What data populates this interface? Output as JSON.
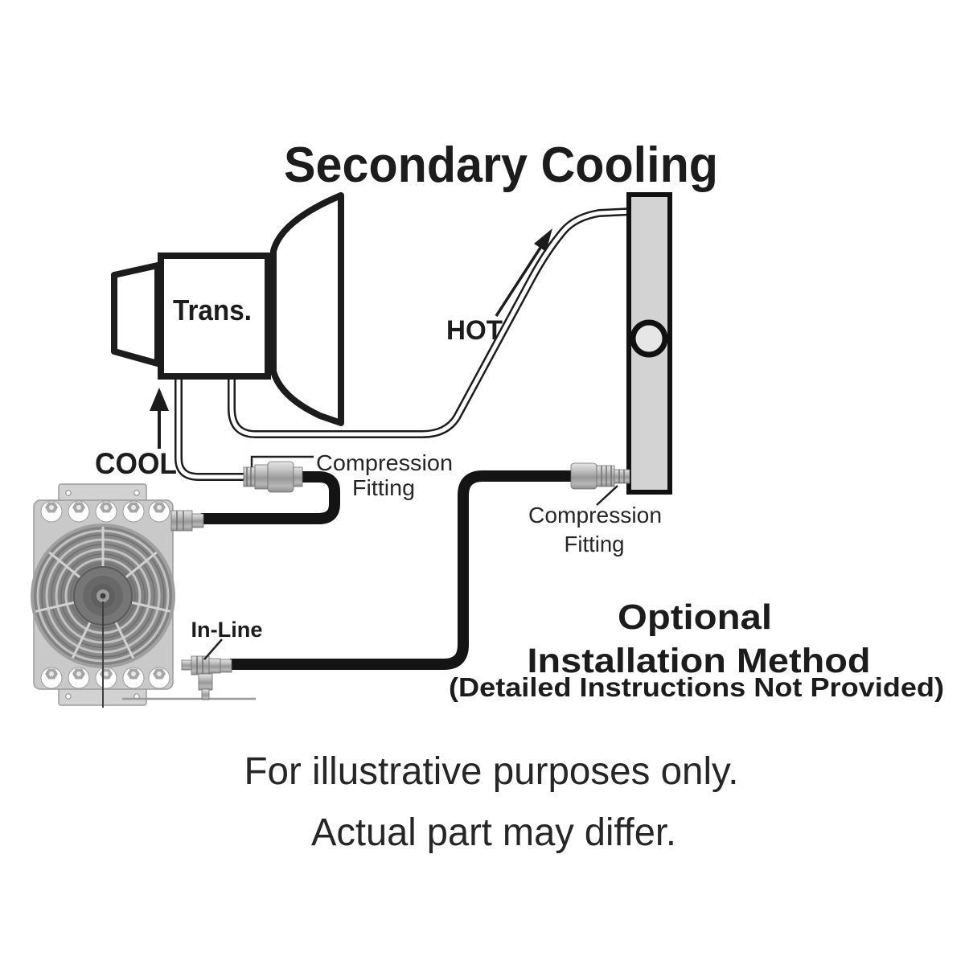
{
  "title": "Secondary Cooling",
  "labels": {
    "trans": "Trans.",
    "hot": "HOT",
    "cool": "COOL",
    "compression_left_line1": "Compression",
    "compression_left_line2": "Fitting",
    "compression_right_line1": "Compression",
    "compression_right_line2": "Fitting",
    "inline": "In-Line"
  },
  "notes": {
    "optional_line1": "Optional",
    "optional_line2": "Installation Method",
    "optional_line3": "(Detailed Instructions Not Provided)",
    "footer_line1": "For illustrative purposes only.",
    "footer_line2": "Actual part may differ."
  },
  "colors": {
    "ink": "#1c1c1c",
    "hose": "#141414",
    "tube_core": "#ffffff",
    "radiator_fill": "#d3d3d3",
    "radiator_hole_fill": "#e6e6e6",
    "metal_gray": "#b9b9b9",
    "cooler_plate": "#c9c9c9",
    "fan_base": "#828282",
    "leader": "#222222"
  }
}
